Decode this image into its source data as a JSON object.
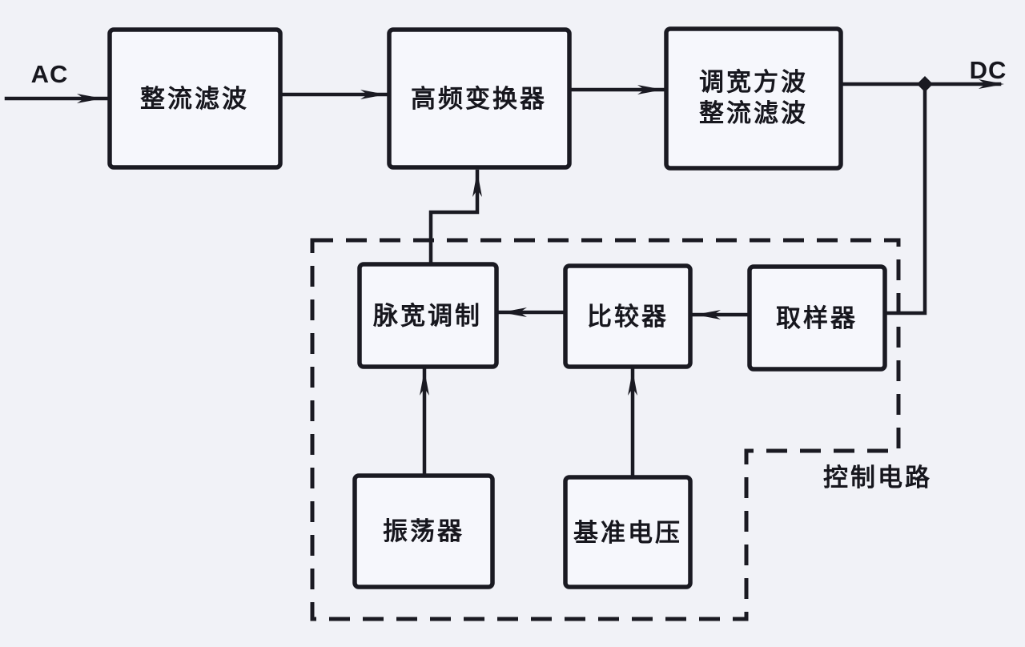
{
  "diagram": {
    "input_label": "AC",
    "output_label": "DC",
    "blocks": {
      "rectifier_filter": "整流滤波",
      "hf_converter": "高频变换器",
      "width_modulated_rectifier": {
        "line1": "调宽方波",
        "line2": "整流滤波"
      },
      "pwm": "脉宽调制",
      "comparator": "比较器",
      "sampler": "取样器",
      "oscillator": "振荡器",
      "reference_voltage": "基准电压"
    },
    "control_circuit_label": "控制电路",
    "colors": {
      "ink": "#1a1a22",
      "background": "#f1f2f7"
    }
  }
}
